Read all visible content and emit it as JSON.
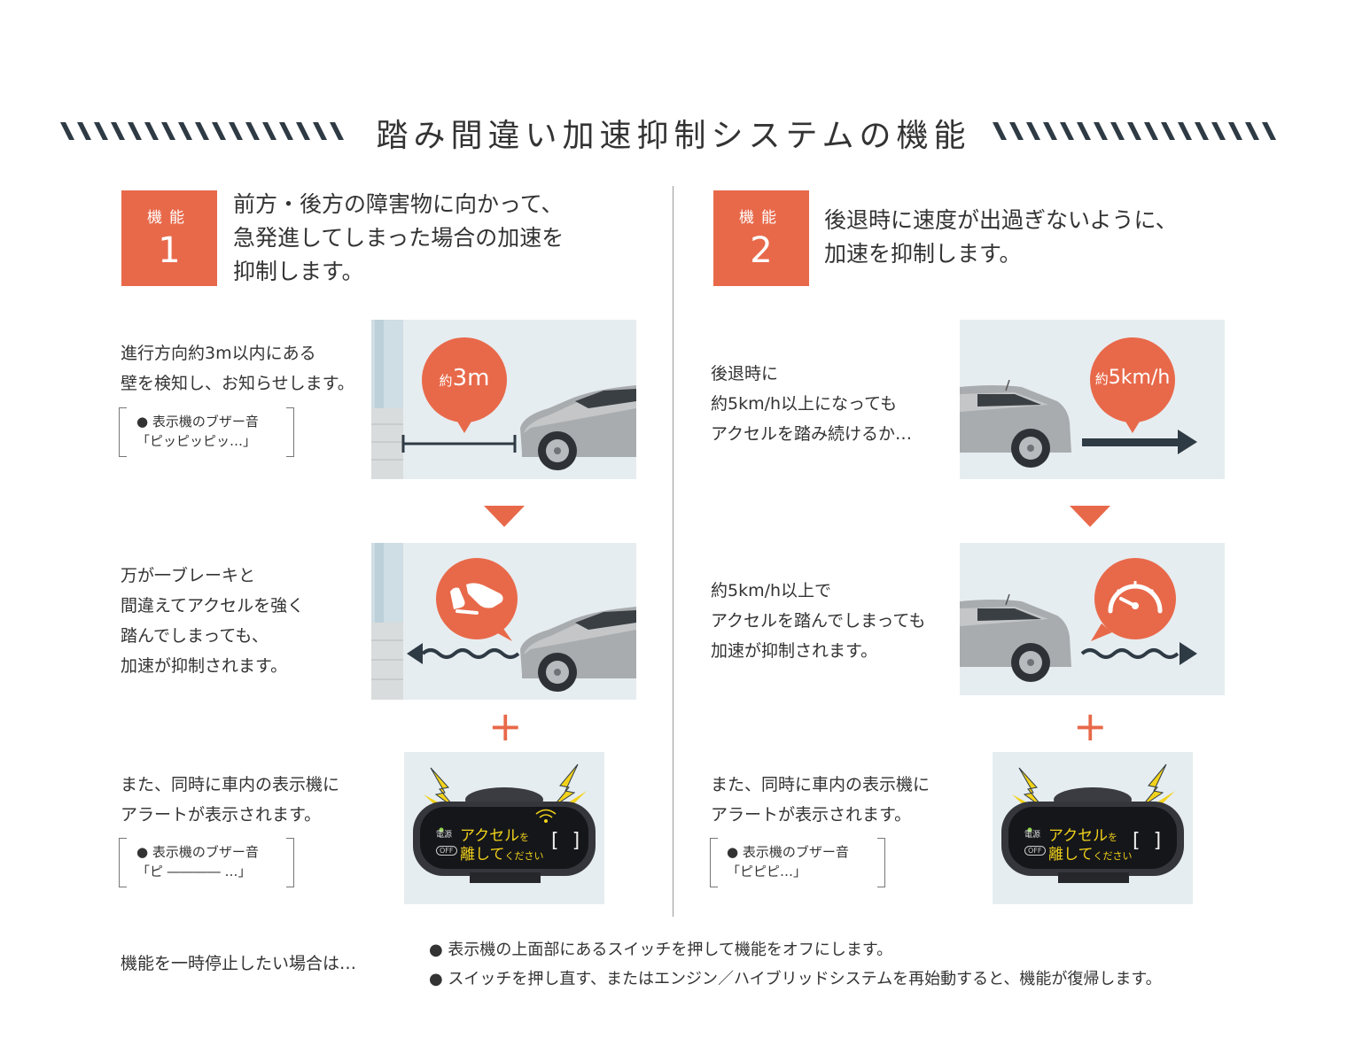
{
  "title": "踏み間違い加速抑制システムの機能",
  "func1": {
    "badge_label": "機能",
    "badge_num": "1",
    "headline": [
      "前方・後方の障害物に向かって、",
      "急発進してしまった場合の加速を",
      "抑制します。"
    ],
    "step1_text": [
      "進行方向約3m以内にある",
      "壁を検知し、お知らせします。"
    ],
    "step1_note": [
      "● 表示機のブザー音",
      "「ピッピッピッ…」"
    ],
    "bubble1_prefix": "約",
    "bubble1_value": "3m",
    "step2_text": [
      "万が一ブレーキと",
      "間違えてアクセルを強く",
      "踏んでしまっても、",
      "加速が抑制されます。"
    ],
    "step3_text": [
      "また、同時に車内の表示機に",
      "アラートが表示されます。"
    ],
    "step3_note": [
      "● 表示機のブザー音",
      "「ピ ―――― …」"
    ]
  },
  "func2": {
    "badge_label": "機能",
    "badge_num": "2",
    "headline": [
      "後退時に速度が出過ぎないように、",
      "加速を抑制します。"
    ],
    "step1_text": [
      "後退時に",
      "約5km/h以上になっても",
      "アクセルを踏み続けるか…"
    ],
    "bubble1_prefix": "約",
    "bubble1_value": "5km/h",
    "step2_text": [
      "約5km/h以上で",
      "アクセルを踏んでしまっても",
      "加速が抑制されます。"
    ],
    "step3_text": [
      "また、同時に車内の表示機に",
      "アラートが表示されます。"
    ],
    "step3_note": [
      "● 表示機のブザー音",
      "「ピピピ…」"
    ]
  },
  "display": {
    "power_label": "電源",
    "off_label": "OFF",
    "line1_main": "アクセル",
    "line1_small": "を",
    "line2_main": "離して",
    "line2_small": "ください",
    "bracket": "[ ]"
  },
  "footer": {
    "lead": "機能を一時停止したい場合は…",
    "items": [
      "● 表示機の上面部にあるスイッチを押して機能をオフにします。",
      "● スイッチを押し直す、またはエンジン／ハイブリッドシステムを再始動すると、機能が復帰します。"
    ]
  },
  "colors": {
    "accent": "#e8694a",
    "dark": "#2e3a44",
    "panel": "#e6edf0"
  }
}
